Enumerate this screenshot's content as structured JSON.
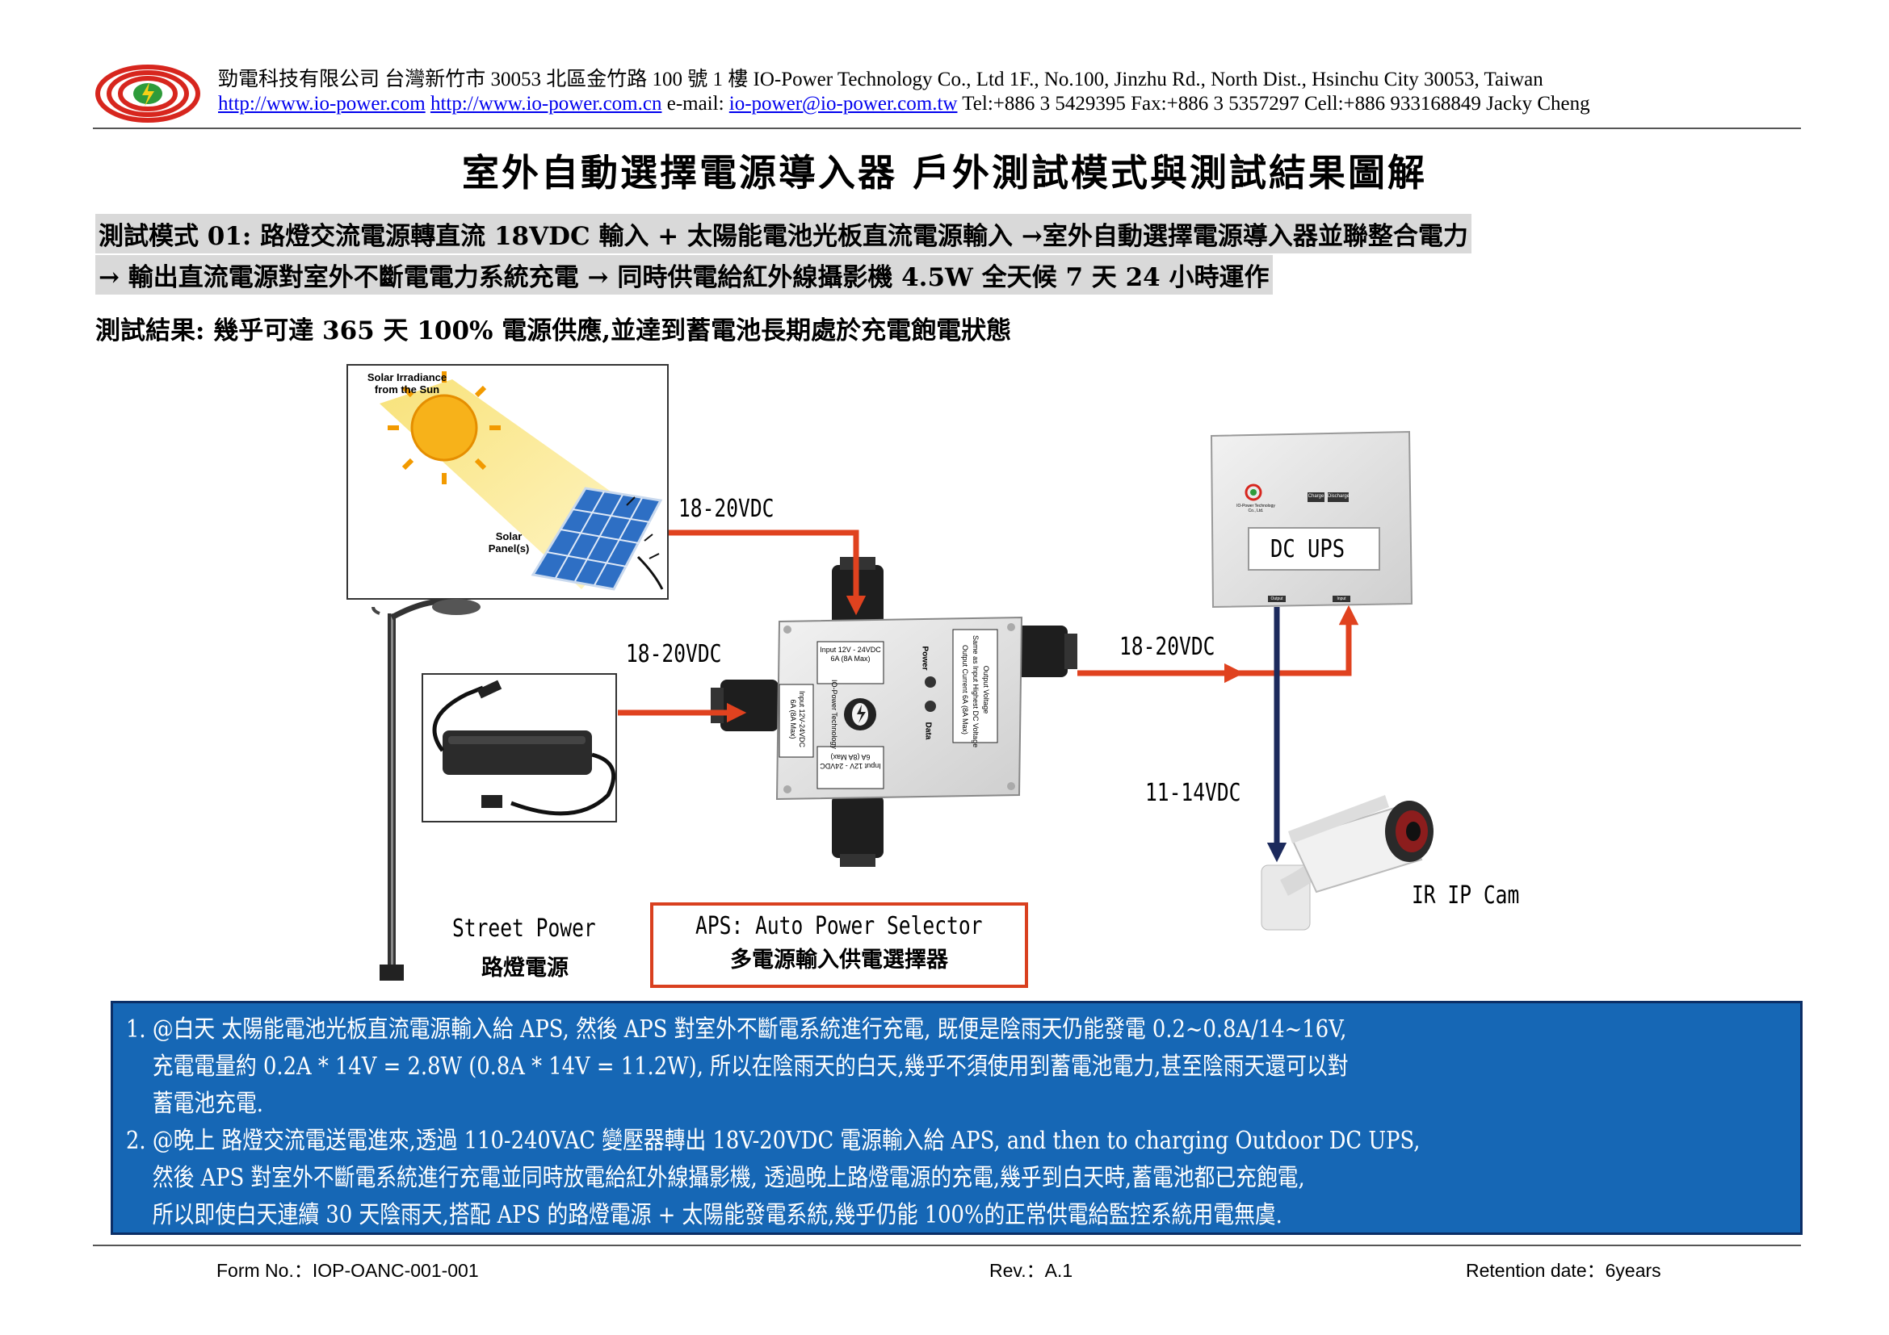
{
  "header": {
    "company_line": "勁電科技有限公司  台灣新竹市 30053 北區金竹路 100 號 1 樓 IO-Power Technology Co., Ltd   1F., No.100, Jinzhu Rd., North Dist., Hsinchu City 30053, Taiwan",
    "link1": "http://www.io-power.com",
    "link2": "http://www.io-power.com.cn",
    "email_prefix": "e-mail:",
    "email": "io-power@io-power.com.tw",
    "contact": "Tel:+886 3 5429395 Fax:+886 3 5357297 Cell:+886 933168849 Jacky Cheng"
  },
  "title": "室外自動選擇電源導入器 戶外測試模式與測試結果圖解",
  "mode_line1": "測試模式 01: 路燈交流電源轉直流 18VDC 輸入 + 太陽能電池光板直流電源輸入 →室外自動選擇電源導入器並聯整合電力",
  "mode_line2": "→ 輸出直流電源對室外不斷電電力系統充電 → 同時供電給紅外線攝影機 4.5W 全天候 7 天 24 小時運作",
  "result": "測試結果: 幾乎可達 365 天 100% 電源供應,並達到蓄電池長期處於充電飽電狀態",
  "diagram": {
    "solar_irradiance": "Solar Irradiance\nfrom the Sun",
    "solar_panel": "Solar\nPanel(s)",
    "v_solar": "18-20VDC",
    "v_street": "18-20VDC",
    "v_out": "18-20VDC",
    "v_cam": "11-14VDC",
    "ups_label": "DC UPS",
    "cam_label": "IR IP Cam",
    "street_en": "Street Power",
    "street_zh": "路燈電源",
    "aps_en": "APS: Auto Power Selector",
    "aps_zh": "多電源輸入供電選擇器",
    "aps_input_top": "Input 12V - 24VDC\n6A (8A Max)",
    "aps_input_left": "Input 12V-24VDC\n6A (8A Max)",
    "aps_input_bottom": "Input 12V - 24VDC\n6A (8A Max)",
    "aps_output": "Output Voltage\nSame as Input Highest DC Voltage\nOutput Current 6A (8A Max)",
    "aps_power": "Power",
    "aps_data": "Data",
    "aps_brand": "IO-Power Technology",
    "ups_btn1": "Charge",
    "ups_btn2": "Discharge",
    "ups_port1": "Output",
    "ups_port2": "Input",
    "ups_brand": "IO-Power Technology Co., Ltd."
  },
  "notes": [
    "1. @白天 太陽能電池光板直流電源輸入給 APS, 然後 APS 對室外不斷電系統進行充電, 既便是陰雨天仍能發電 0.2~0.8A/14~16V,",
    "    充電電量約 0.2A * 14V = 2.8W (0.8A * 14V = 11.2W), 所以在陰雨天的白天,幾乎不須使用到蓄電池電力,甚至陰雨天還可以對",
    "    蓄電池充電.",
    "2. @晚上 路燈交流電送電進來,透過 110-240VAC 變壓器轉出 18V-20VDC 電源輸入給 APS, and then to charging Outdoor DC UPS,",
    "    然後 APS 對室外不斷電系統進行充電並同時放電給紅外線攝影機, 透過晚上路燈電源的充電,幾乎到白天時,蓄電池都已充飽電,",
    "    所以即使白天連續 30 天陰雨天,搭配 APS 的路燈電源 + 太陽能發電系統,幾乎仍能 100%的正常供電給監控系統用電無虞."
  ],
  "footer": {
    "form": "Form No.：IOP-OANC-001-001",
    "rev": "Rev.：A.1",
    "retention": "Retention date：6years"
  },
  "colors": {
    "arrow_red": "#e0421f",
    "arrow_navy": "#1c2a5c",
    "notes_bg": "#1667b5"
  }
}
